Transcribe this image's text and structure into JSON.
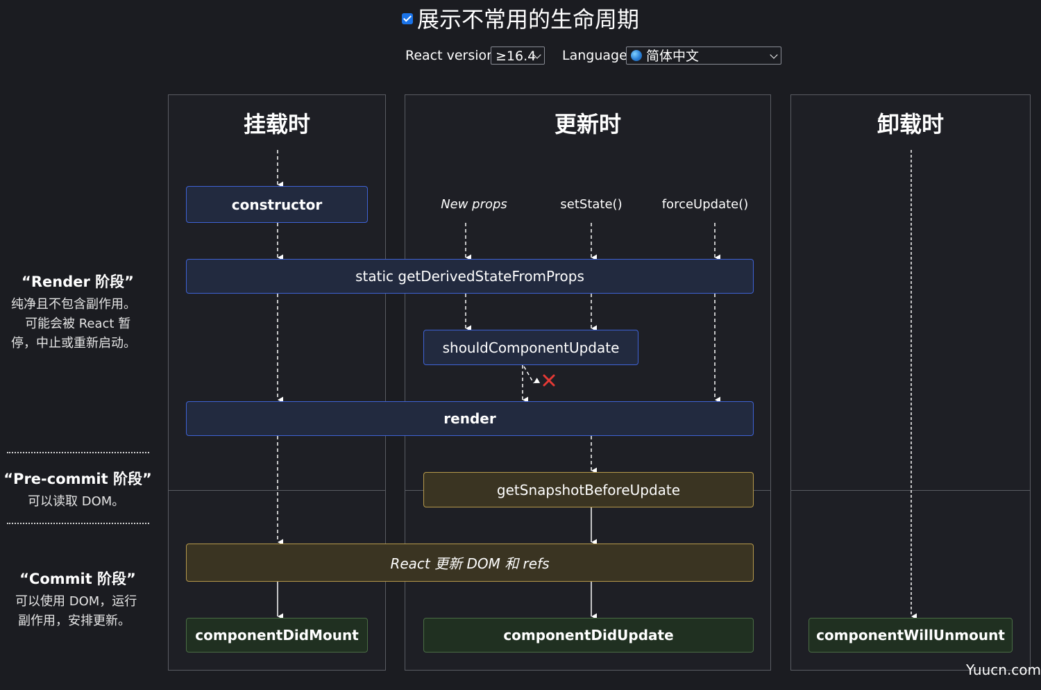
{
  "header": {
    "title": "展示不常用的生命周期",
    "react_version_label": "React version",
    "react_version_value": "≥16.4",
    "language_label": "Language",
    "language_value": "简体中文",
    "globe_icon": "globe-icon"
  },
  "phases": {
    "render": {
      "title": "“Render 阶段”",
      "line1": "纯净且不包含副作用。",
      "line2": "可能会被 React 暂",
      "line3": "停，中止或重新启动。"
    },
    "precommit": {
      "title": "“Pre-commit 阶段”",
      "line1": "可以读取 DOM。"
    },
    "commit": {
      "title": "“Commit 阶段”",
      "line1": "可以使用 DOM，运行",
      "line2": "副作用，安排更新。"
    }
  },
  "columns": {
    "mounting": "挂载时",
    "updating": "更新时",
    "unmounting": "卸载时"
  },
  "triggers": {
    "new_props": "New props",
    "set_state": "setState()",
    "force_update": "forceUpdate()"
  },
  "methods": {
    "constructor": "constructor",
    "get_derived_state": "static getDerivedStateFromProps",
    "should_update": "shouldComponentUpdate",
    "render": "render",
    "get_snapshot": "getSnapshotBeforeUpdate",
    "react_updates_dom": "React 更新 DOM 和 refs",
    "did_mount": "componentDidMount",
    "did_update": "componentDidUpdate",
    "will_unmount": "componentWillUnmount"
  },
  "colors": {
    "background": "#1b1c21",
    "render_phase_box": "#3f63d6",
    "precommit_box": "#b79a4c",
    "commit_box": "#4a6d44",
    "cancel_mark": "#e53935"
  },
  "watermark": "Yuucn.com"
}
